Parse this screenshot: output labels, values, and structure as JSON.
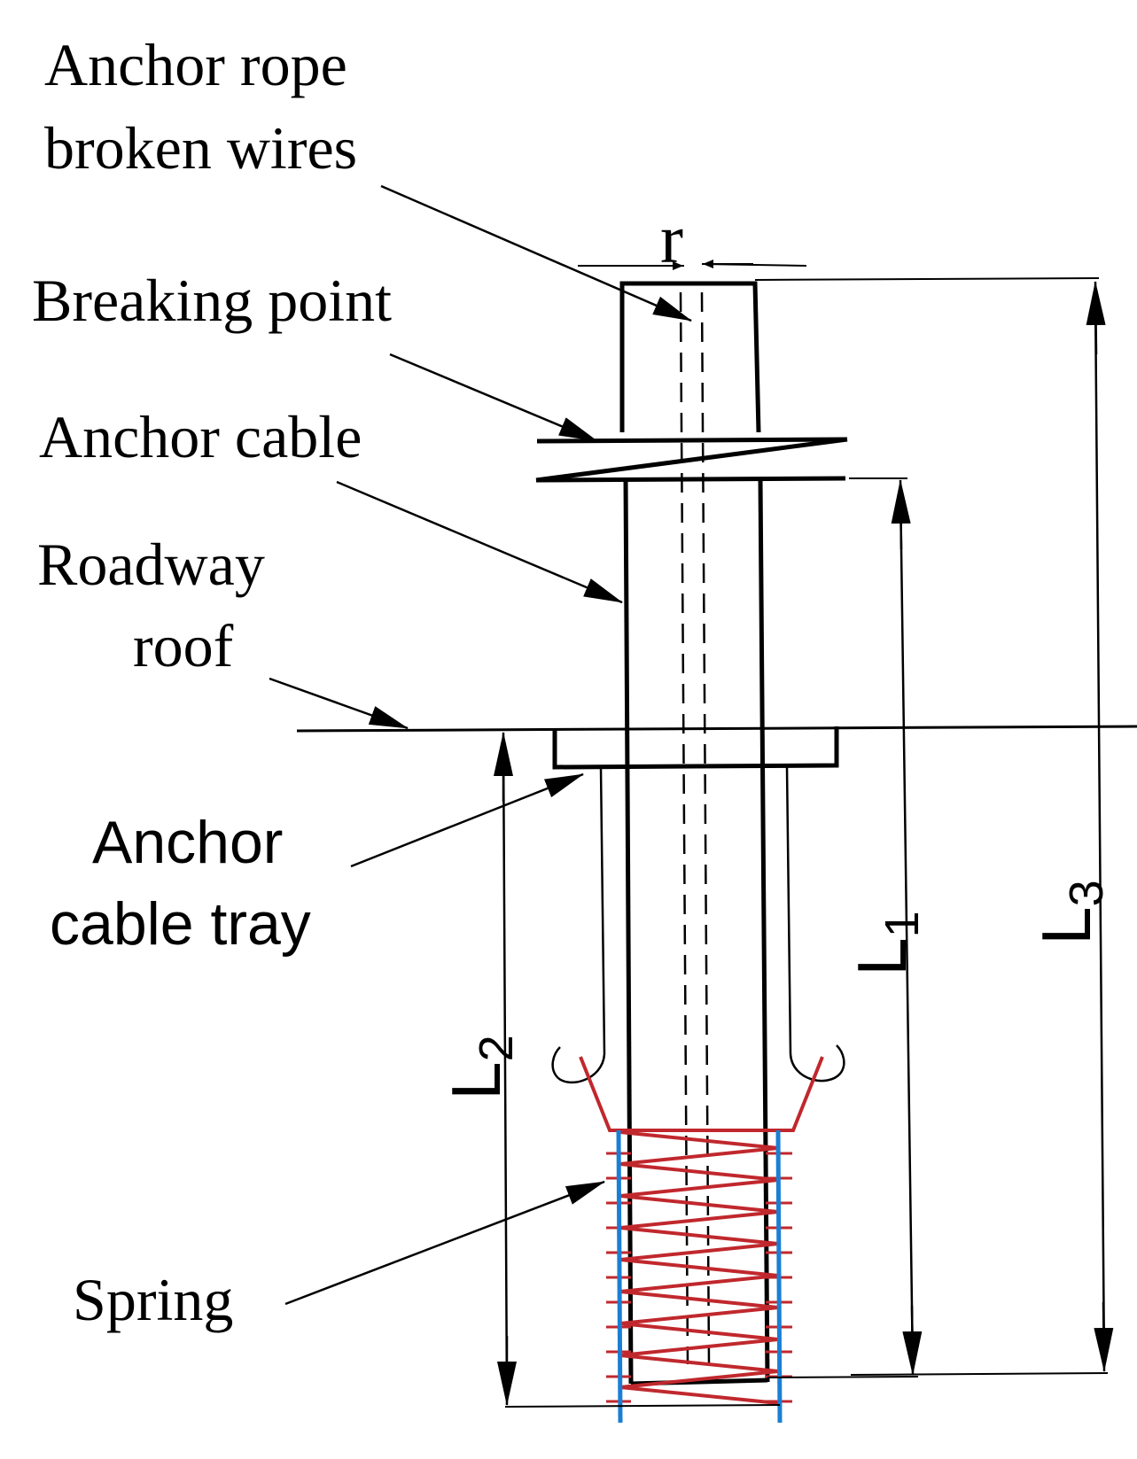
{
  "labels": {
    "anchor_rope_line1": "Anchor rope",
    "anchor_rope_line2": "broken wires",
    "breaking_point": "Breaking point",
    "anchor_cable": "Anchor cable",
    "roadway_line1": "Roadway",
    "roadway_line2": "roof",
    "tray_line1": "Anchor",
    "tray_line2": "cable tray",
    "spring": "Spring"
  },
  "dimensions": {
    "r": "r",
    "L1_main": "L",
    "L1_sub": "1",
    "L2_main": "L",
    "L2_sub": "2",
    "L3_main": "L",
    "L3_sub": "3"
  },
  "colors": {
    "line": "#000000",
    "spring": "#c0282d",
    "spring_guide": "#1a7fd4"
  }
}
